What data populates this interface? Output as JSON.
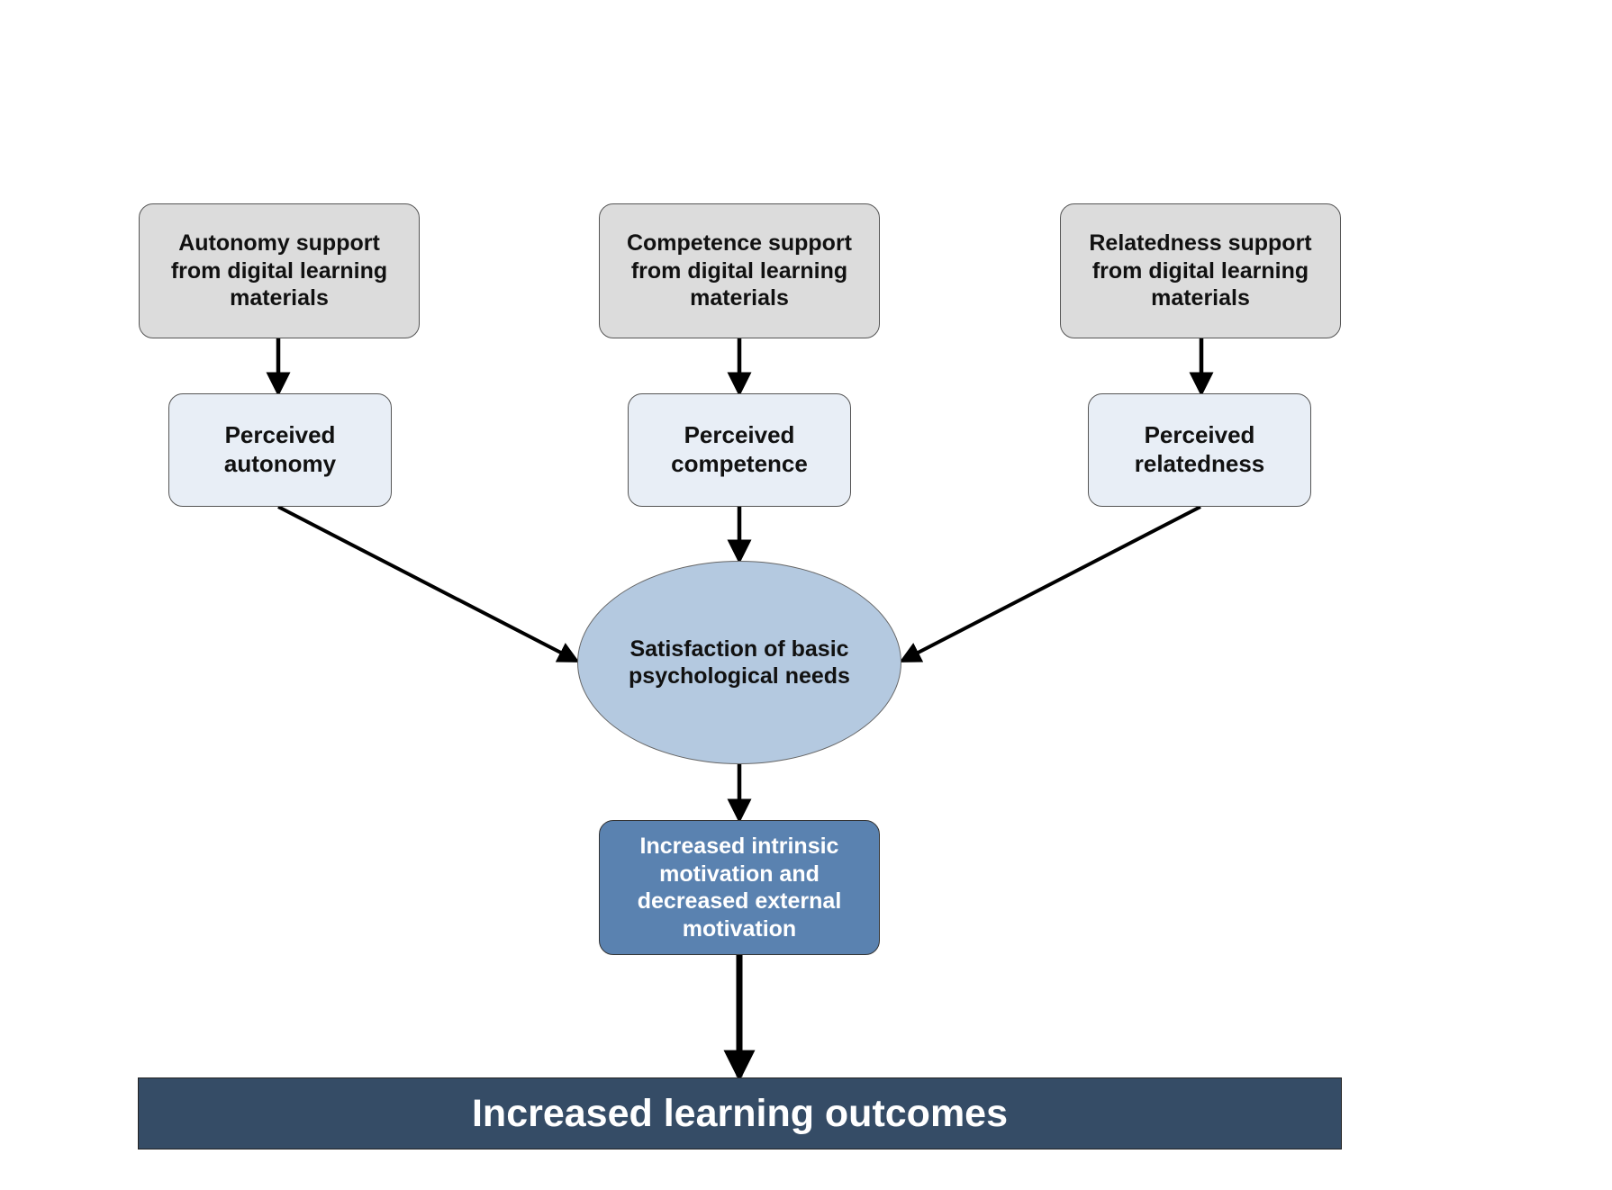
{
  "diagram": {
    "supports": [
      {
        "label": "Autonomy support from digital learning materials"
      },
      {
        "label": "Competence support from digital learning materials"
      },
      {
        "label": "Relatedness support from digital learning materials"
      }
    ],
    "perceived": [
      {
        "label": "Perceived autonomy"
      },
      {
        "label": "Perceived competence"
      },
      {
        "label": "Perceived relatedness"
      }
    ],
    "satisfaction": {
      "label": "Satisfaction of basic psychological needs"
    },
    "motivation": {
      "label": "Increased intrinsic motivation and decreased external motivation"
    },
    "outcome": {
      "label": "Increased learning outcomes"
    },
    "colors": {
      "support_fill": "#dcdcdc",
      "perceived_fill": "#e8eef6",
      "satisfaction_fill": "#b4c9e0",
      "motivation_fill": "#5a82b0",
      "outcome_fill": "#354c66",
      "arrow": "#000000"
    }
  }
}
